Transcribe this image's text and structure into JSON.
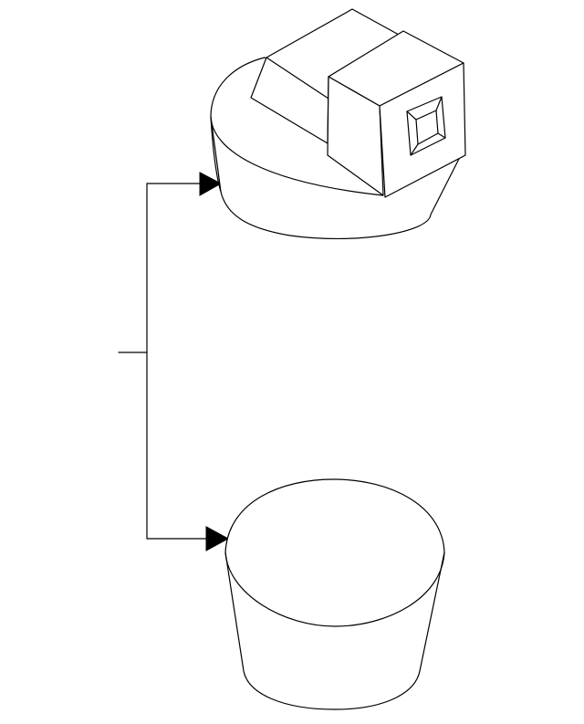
{
  "diagram": {
    "stroke_color": "#000000",
    "background_color": "#ffffff",
    "parts": [
      {
        "id": "upper-part",
        "icon": "housing-with-square-window-icon"
      },
      {
        "id": "lower-part",
        "icon": "tapered-cylindrical-cup-icon"
      }
    ],
    "connector": {
      "type": "branching-leader-line",
      "arrow_count": 2
    }
  }
}
